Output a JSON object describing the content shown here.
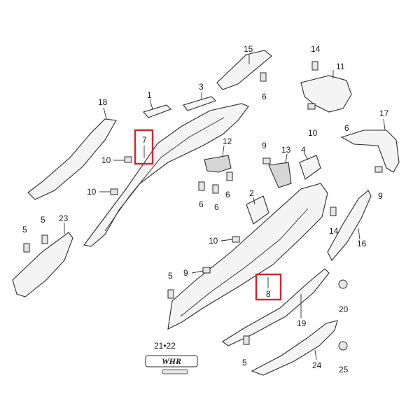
{
  "highlight_color": "#d9232d",
  "callouts": {
    "c1": "1",
    "c2": "2",
    "c3": "3",
    "c4": "4",
    "c5a": "5",
    "c5b": "5",
    "c5c": "5",
    "c5d": "5",
    "c6a": "6",
    "c6b": "6",
    "c6c": "6",
    "c6d": "6",
    "c7": "7",
    "c8": "8",
    "c9a": "9",
    "c9b": "9",
    "c9c": "9",
    "c10a": "10",
    "c10b": "10",
    "c10c": "10",
    "c10d": "10",
    "c11": "11",
    "c12": "12",
    "c13": "13",
    "c14a": "14",
    "c14b": "14",
    "c15": "15",
    "c16": "16",
    "c17": "17",
    "c18": "18",
    "c19": "19",
    "c20": "20",
    "c2122": "21•22",
    "c23": "23",
    "c24": "24",
    "c25": "25"
  },
  "emblem": {
    "text": "WHR"
  }
}
